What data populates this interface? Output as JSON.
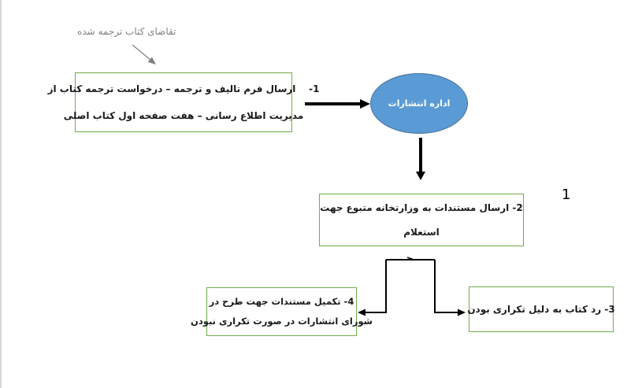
{
  "annotation": {
    "label": "تقاضای کتاب ترجمه شده"
  },
  "flowchart": {
    "step1": {
      "line1": "1-    ارسال فرم تالیف و ترجمه – درخواست ترجمه کتاب از",
      "line2": "مدیریت اطلاع رسانی – هفت صفحه اول کتاب اصلی"
    },
    "office": {
      "label": "اداره انتشارات"
    },
    "step2": {
      "line1": "2- ارسال مستندات به وزارتخانه متبوع جهت",
      "line2": "استعلام"
    },
    "step3": {
      "label": "3- رد کتاب به دلیل تکراری بودن"
    },
    "step4": {
      "line1": "4- تکمیل مستندات جهت طرح در",
      "line2": "شورای انتشارات در صورت تکراری نبودن"
    }
  },
  "page_artifact": {
    "text": "1"
  },
  "colors": {
    "box_border": "#70AD47",
    "ellipse_fill": "#5B9BD5",
    "ellipse_border": "#41719C",
    "annotation_gray": "#808080",
    "connector_black": "#000000",
    "text": "#1a1a1a",
    "page_edge": "#d6d6d6"
  }
}
